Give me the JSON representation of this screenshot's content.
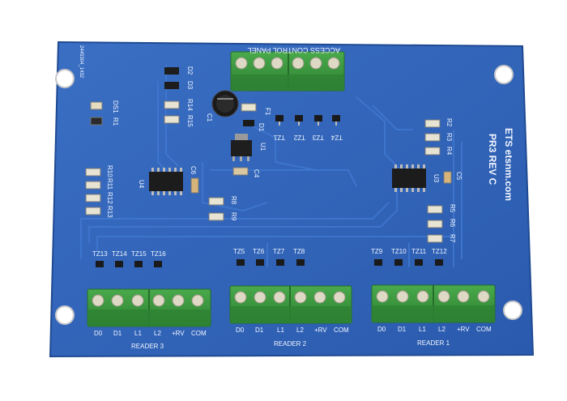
{
  "board": {
    "top_connector_label": "ACCESS CONTROL PANEL",
    "brand": "ETS etsnm.com",
    "model": "PR3 REV C",
    "serial": "2445304_1432",
    "readers": [
      {
        "label": "READER 3",
        "tz": [
          "TZ13",
          "TZ14",
          "TZ15",
          "TZ16"
        ],
        "pins": [
          "D0",
          "D1",
          "L1",
          "L2",
          "+RV",
          "COM"
        ]
      },
      {
        "label": "READER 2",
        "tz": [
          "TZ5",
          "TZ6",
          "TZ7",
          "TZ8"
        ],
        "pins": [
          "D0",
          "D1",
          "L1",
          "L2",
          "+RV",
          "COM"
        ]
      },
      {
        "label": "READER 1",
        "tz": [
          "TZ9",
          "TZ10",
          "TZ11",
          "TZ12"
        ],
        "pins": [
          "D0",
          "D1",
          "L1",
          "L2",
          "+RV",
          "COM"
        ]
      }
    ],
    "top_tz": [
      "TZ1",
      "TZ2",
      "TZ3",
      "TZ4"
    ],
    "ic_labels": {
      "u1": "U1",
      "u3": "U3",
      "u4": "U4"
    },
    "components": {
      "ds1": "DS1",
      "r1": "R1",
      "d2": "D2",
      "d3": "D3",
      "r14": "R14",
      "r15": "R15",
      "c1": "C1",
      "f1": "F1",
      "d1": "D1",
      "c4": "C4",
      "c6": "C6",
      "c5": "C5",
      "r10": "R10",
      "r11": "R11",
      "r12": "R12",
      "r13": "R13",
      "r8": "R8",
      "r9": "R9",
      "r2": "R2",
      "r3": "R3",
      "r4": "R4",
      "r5": "R5",
      "r6": "R6",
      "r7": "R7"
    },
    "colors": {
      "pcb": "#2f63b8",
      "pcb_edge": "#24509c",
      "terminal": "#3d9a3f",
      "terminal_dark": "#2c7a30",
      "screw": "#d9d6c4",
      "silk": "#f2f6ff"
    }
  }
}
